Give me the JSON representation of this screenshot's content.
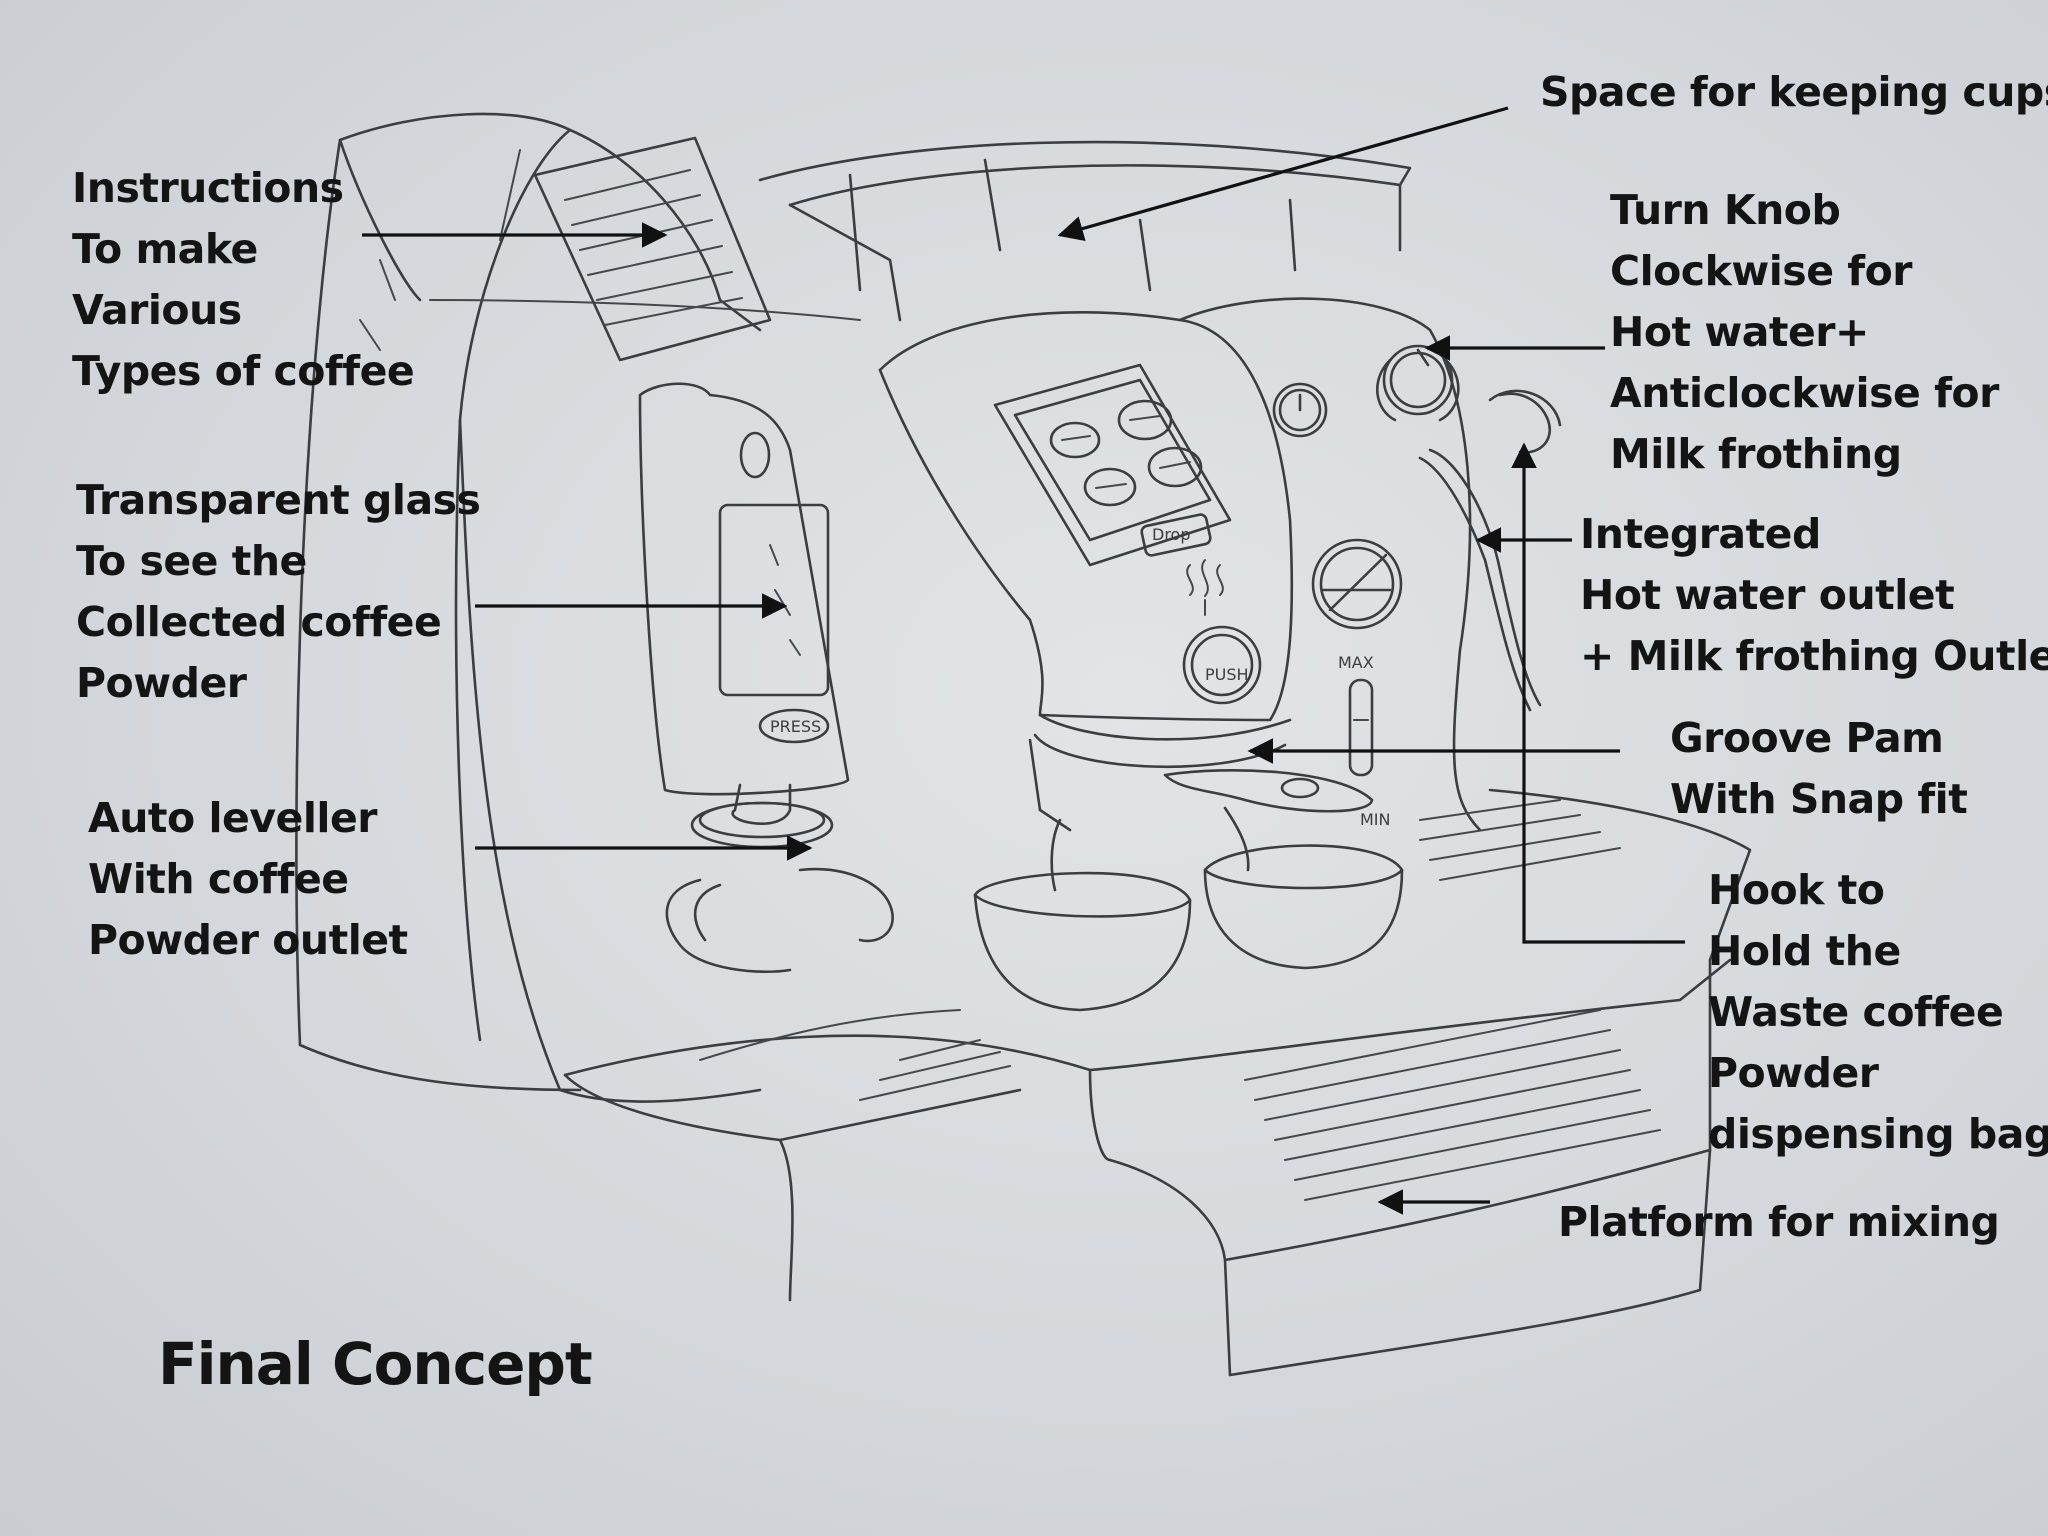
{
  "title": "Final Concept",
  "labels": {
    "instructions": [
      "Instructions",
      "To make",
      "Various",
      "Types of coffee"
    ],
    "glass": [
      "Transparent glass",
      "To see the",
      "Collected coffee",
      "Powder"
    ],
    "leveller": [
      "Auto leveller",
      "With coffee",
      "Powder outlet"
    ],
    "cups": [
      "Space for keeping cups"
    ],
    "knob": [
      "Turn Knob",
      "Clockwise for",
      "Hot water+",
      "Anticlockwise for",
      "Milk frothing"
    ],
    "outlet": [
      "Integrated",
      "Hot water outlet",
      "+ Milk frothing Outlet"
    ],
    "groove": [
      "Groove Pam",
      "With Snap fit"
    ],
    "hook": [
      "Hook to",
      "Hold the",
      "Waste coffee",
      "Powder",
      "dispensing bag"
    ],
    "platform": [
      "Platform for mixing"
    ]
  },
  "machine_marks": {
    "push": "PUSH",
    "max": "MAX",
    "min": "MIN",
    "press": "PRESS",
    "drop": "Drop"
  }
}
